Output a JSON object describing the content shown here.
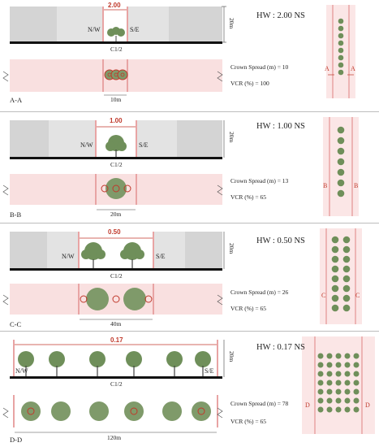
{
  "colors": {
    "building": "#d8d8d8",
    "road": "#f7dcdc",
    "tree": "#6f8f5a",
    "accent": "#c0392b",
    "ground": "#111111"
  },
  "panels": [
    {
      "section_label": "A-A",
      "hw_ratio": "HW : 2.00 NS",
      "ratio_value": "2.00",
      "height_label": "20m",
      "centerline_label": "C1/2",
      "west_label": "N/W",
      "east_label": "S/E",
      "crown_spread": "Crown Spread (m) = 10",
      "vcr": "VCR (%) = 100",
      "width_label": "10m",
      "plan_letter_left": "A",
      "plan_letter_right": "A"
    },
    {
      "section_label": "B-B",
      "hw_ratio": "HW : 1.00 NS",
      "ratio_value": "1.00",
      "height_label": "20m",
      "centerline_label": "C1/2",
      "west_label": "N/W",
      "east_label": "S/E",
      "crown_spread": "Crown Spread (m) = 13",
      "vcr": "VCR (%) = 65",
      "width_label": "20m",
      "plan_letter_left": "B",
      "plan_letter_right": "B"
    },
    {
      "section_label": "C-C",
      "hw_ratio": "HW : 0.50 NS",
      "ratio_value": "0.50",
      "height_label": "20m",
      "centerline_label": "C1/2",
      "west_label": "N/W",
      "east_label": "S/E",
      "crown_spread": "Crown Spread (m) = 26",
      "vcr": "VCR (%) = 65",
      "width_label": "40m",
      "plan_letter_left": "C",
      "plan_letter_right": "C"
    },
    {
      "section_label": "D-D",
      "hw_ratio": "HW : 0.17 NS",
      "ratio_value": "0.17",
      "height_label": "20m",
      "centerline_label": "C1/2",
      "west_label": "N/W",
      "east_label": "S/E",
      "crown_spread": "Crown Spread (m) = 78",
      "vcr": "VCR (%) = 65",
      "width_label": "120m",
      "plan_letter_left": "D",
      "plan_letter_right": "D"
    }
  ]
}
